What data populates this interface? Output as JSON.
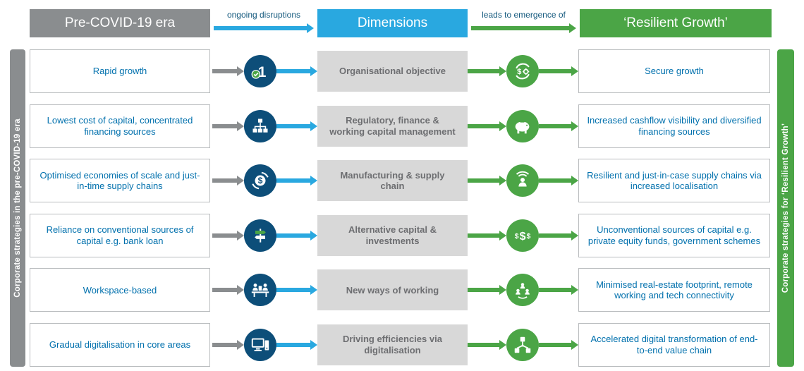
{
  "header": {
    "pre_era": "Pre-COVID-19 era",
    "arrow1_label": "ongoing disruptions",
    "dimensions": "Dimensions",
    "arrow2_label": "leads to emergence of",
    "resilient": "‘Resilient Growth’"
  },
  "sidebars": {
    "left": "Corporate strategies in the pre-COVID-19 era",
    "right": "Corporate strategies for ‘Resilient Growth’"
  },
  "colors": {
    "gray": "#8a8d8f",
    "blue": "#29a8e0",
    "green": "#4ba546",
    "icon_navy": "#0d4e79",
    "text_blue": "#0070ad",
    "dim_box_bg": "#d8d8d8",
    "dim_text": "#6d6e71",
    "box_border": "#b9bcbe",
    "label_navy": "#155a7e"
  },
  "rows": [
    {
      "pre": "Rapid growth",
      "pre_icon": "rank-one-check-icon",
      "dimension": "Organisational objective",
      "post_icon": "dollar-gear-cycle-icon",
      "post": "Secure growth"
    },
    {
      "pre": "Lowest cost of capital, concentrated financing sources",
      "pre_icon": "org-hierarchy-icon",
      "dimension": "Regulatory, finance & working capital management",
      "post_icon": "piggy-bank-icon",
      "post": "Increased cashflow visibility and diversified financing sources"
    },
    {
      "pre": "Optimised economies of scale and just-in-time supply chains",
      "pre_icon": "dollar-recycle-icon",
      "dimension": "Manufacturing & supply chain",
      "post_icon": "person-broadcast-icon",
      "post": "Resilient and just-in-case supply chains via increased localisation"
    },
    {
      "pre": "Reliance on conventional sources of capital e.g. bank loan",
      "pre_icon": "signpost-icon",
      "dimension": "Alternative capital & investments",
      "post_icon": "multi-dollar-icon",
      "post": "Unconventional sources of capital e.g. private equity funds, government schemes"
    },
    {
      "pre": "Workspace-based",
      "pre_icon": "workstations-icon",
      "dimension": "New ways of working",
      "post_icon": "team-network-icon",
      "post": "Minimised real-estate footprint, remote working and tech connectivity"
    },
    {
      "pre": "Gradual digitalisation in core areas",
      "pre_icon": "desktop-computer-icon",
      "dimension": "Driving efficiencies via digitalisation",
      "post_icon": "connected-nodes-icon",
      "post": "Accelerated digital transformation of end-to-end value chain"
    }
  ]
}
